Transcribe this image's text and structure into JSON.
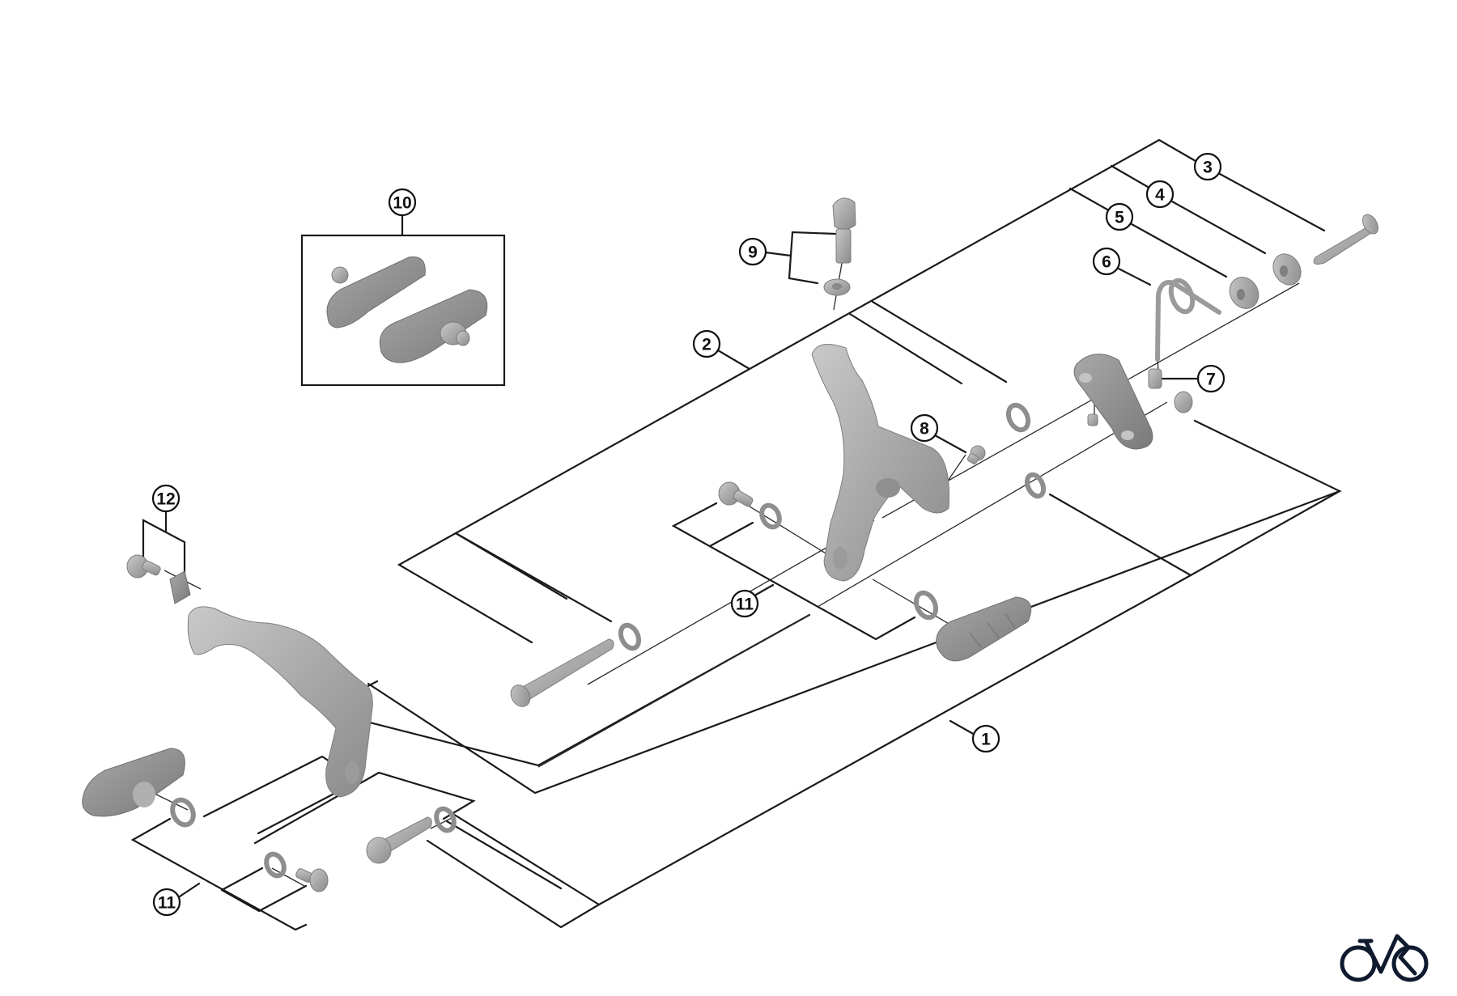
{
  "diagram": {
    "title": "Caliper brake exploded parts diagram",
    "callouts": [
      {
        "id": "1",
        "label": "1"
      },
      {
        "id": "2",
        "label": "2"
      },
      {
        "id": "3",
        "label": "3"
      },
      {
        "id": "4",
        "label": "4"
      },
      {
        "id": "5",
        "label": "5"
      },
      {
        "id": "6",
        "label": "6"
      },
      {
        "id": "7",
        "label": "7"
      },
      {
        "id": "8",
        "label": "8"
      },
      {
        "id": "9",
        "label": "9"
      },
      {
        "id": "10",
        "label": "10"
      },
      {
        "id": "11a",
        "label": "11"
      },
      {
        "id": "11b",
        "label": "11"
      },
      {
        "id": "12",
        "label": "12"
      }
    ],
    "parts": [
      "rear-arm",
      "front-arm",
      "pivot-pin",
      "pivot-washer",
      "pivot-nut",
      "return-spring",
      "spring-bushing",
      "adjust-pin",
      "cable-fixing-bolt-unit",
      "brake-shoe-set",
      "shoe-fixing-unit",
      "mounting-bolt-unit"
    ],
    "colors": {
      "line": "#1a1a1a",
      "part_light": "#b5b5b5",
      "part_dark": "#8a8a8a",
      "logo": "#0f1a2e"
    }
  },
  "brand": {
    "logo_icon": "bicycle-icon"
  }
}
